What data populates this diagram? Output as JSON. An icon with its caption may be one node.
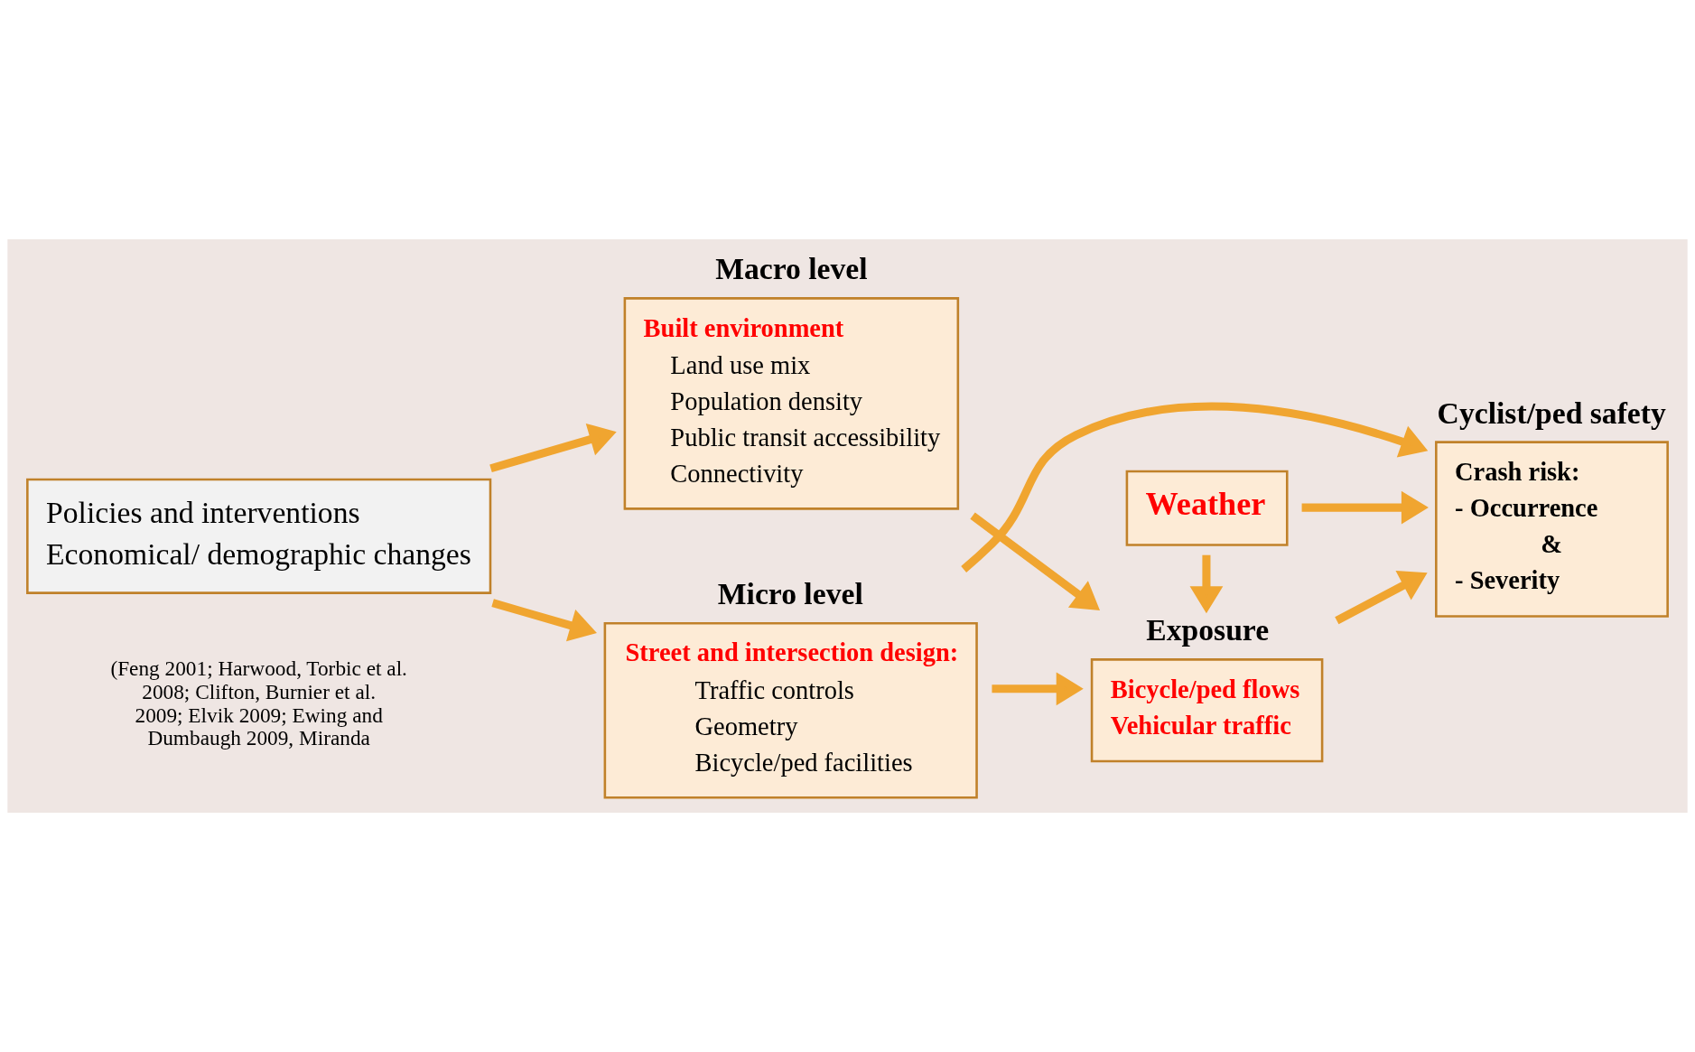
{
  "diagram": {
    "nodes": [
      {
        "text": [
          "Policies and interventions",
          "Economical/ demographic changes"
        ]
      },
      {
        "text": [
          "Macro level",
          "Built environment",
          "Land use mix",
          "Population density",
          "Public transit accessibility",
          "Connectivity"
        ]
      },
      {
        "text": [
          "Micro level",
          "Street and intersection design:",
          "Traffic controls",
          "Geometry",
          "Bicycle/ped facilities"
        ]
      },
      {
        "text": [
          "Weather"
        ]
      },
      {
        "text": [
          "Exposure",
          "Bicycle/ped flows",
          "Vehicular traffic"
        ]
      },
      {
        "text": [
          "Cyclist/ped safety",
          "Crash risk:",
          "- Occurrence",
          "&",
          "- Severity"
        ]
      }
    ],
    "edges": [
      {
        "from": 0,
        "to": 1,
        "arrow": "to"
      },
      {
        "from": 0,
        "to": 2,
        "arrow": "to"
      },
      {
        "from": 1,
        "to": 4,
        "arrow": "to"
      },
      {
        "from": 2,
        "to": 4,
        "arrow": "to"
      },
      {
        "from": 3,
        "to": 4,
        "arrow": "to"
      },
      {
        "from": 4,
        "to": 5,
        "arrow": "to"
      },
      {
        "from": 3,
        "to": 5,
        "arrow": "to"
      },
      {
        "from": 2,
        "to": 5,
        "arrow": "to"
      }
    ],
    "labels": [
      "(Feng 2001; Harwood, Torbic et al. 2008; Clifton, Burnier et al. 2009; Elvik 2009; Ewing and Dumbaugh 2009, Miranda"
    ]
  }
}
